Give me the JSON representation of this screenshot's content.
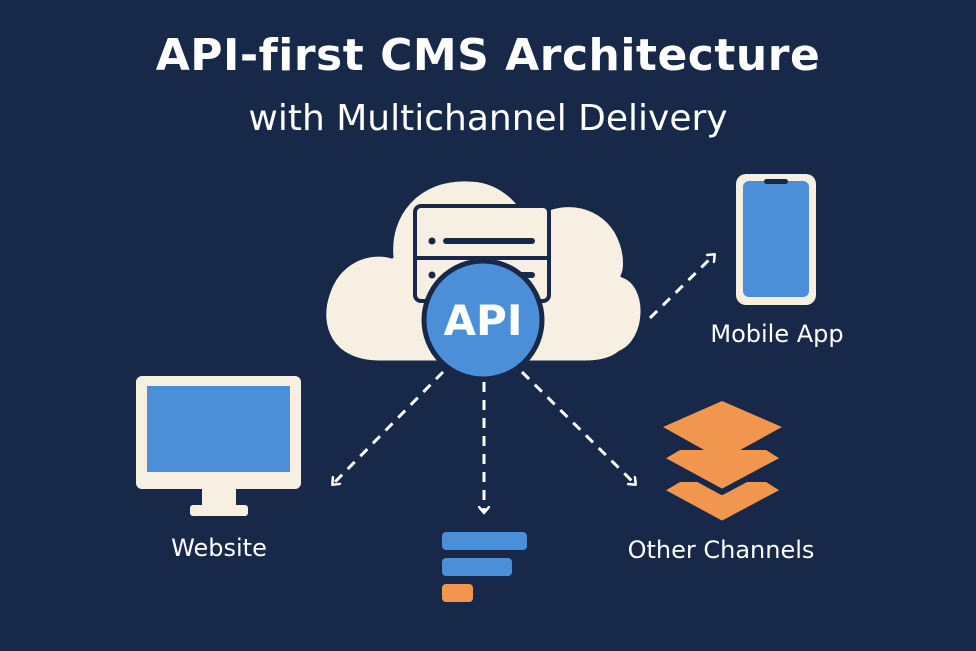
{
  "title": "API-first CMS Architecture",
  "subtitle": "with Multichannel Delivery",
  "hub": {
    "label": "API",
    "icon": "cloud-server-icon"
  },
  "channels": {
    "mobile": {
      "label": "Mobile App",
      "icon": "smartphone-icon"
    },
    "website": {
      "label": "Website",
      "icon": "monitor-icon"
    },
    "other": {
      "label": "Other Channels",
      "icon": "layers-stack-icon"
    },
    "middle": {
      "label": "",
      "icon": "bars-icon"
    }
  },
  "colors": {
    "background": "#172848",
    "cream": "#f6efe2",
    "blue": "#4a8fd8",
    "orange": "#f0964e",
    "navy": "#172848"
  }
}
